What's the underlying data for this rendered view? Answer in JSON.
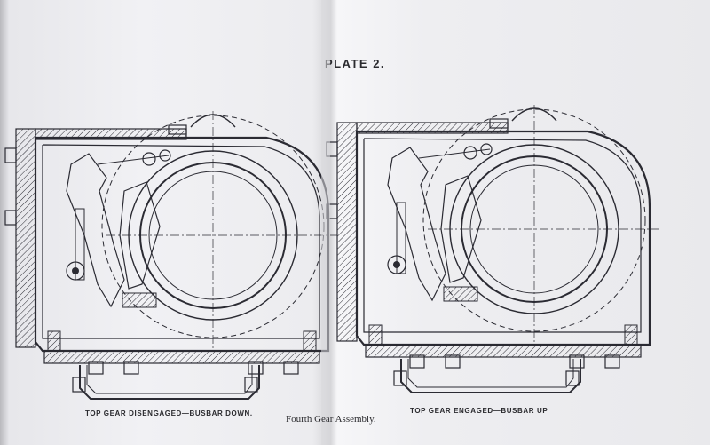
{
  "plate": {
    "title": "PLATE 2."
  },
  "left_view": {
    "caption": "TOP GEAR DISENGAGED—BUSBAR DOWN."
  },
  "right_view": {
    "caption": "TOP GEAR ENGAGED—BUSBAR UP"
  },
  "assembly": {
    "label": "Fourth Gear Assembly."
  },
  "colors": {
    "paper": "#ececef",
    "ink": "#2b2b33",
    "fold_shadow": "#d4d4d7"
  }
}
